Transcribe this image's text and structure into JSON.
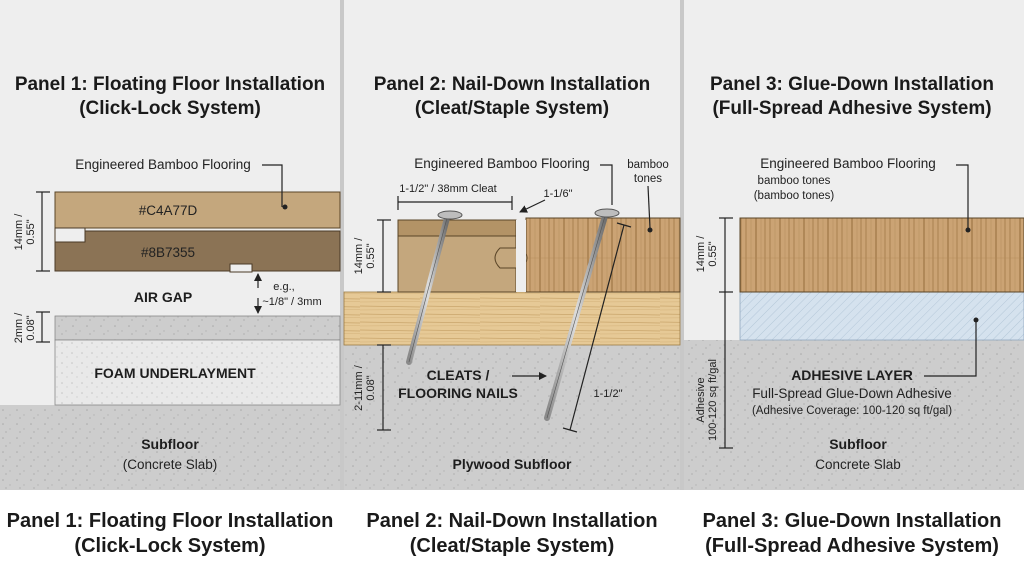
{
  "panel1": {
    "title_line1": "Panel 1: Floating Floor Installation",
    "title_line2": "(Click-Lock System)",
    "flooring_label": "Engineered Bamboo Flooring",
    "color_top": "#C4A77D",
    "color_bottom": "#8B7355",
    "air_gap": "AIR GAP",
    "gap_note_1": "e.g.,",
    "gap_note_2": "~1/8\" / 3mm",
    "foam": "FOAM UNDERLAYMENT",
    "subfloor": "Subfloor",
    "subfloor_sub": "(Concrete Slab)",
    "dim_floor_1": "14mm /",
    "dim_floor_2": "0.55\"",
    "dim_foam_1": "2mm /",
    "dim_foam_2": "0.08\""
  },
  "panel2": {
    "title_line1": "Panel 2: Nail-Down Installation",
    "title_line2": "(Cleat/Staple System)",
    "flooring_label": "Engineered Bamboo Flooring",
    "bamboo_1": "bamboo",
    "bamboo_2": "tones",
    "cleat_dim": "1-1/2\" / 38mm Cleat",
    "nail_dim": "1-1/6\"",
    "nail_len": "1-1/2\"",
    "cleats_1": "CLEATS /",
    "cleats_2": "FLOORING NAILS",
    "subfloor": "Plywood Subfloor",
    "dim_floor_1": "14mm /",
    "dim_floor_2": "0.55\"",
    "dim_sub_1": "2-11mm /",
    "dim_sub_2": "0.08\""
  },
  "panel3": {
    "title_line1": "Panel 3: Glue-Down Installation",
    "title_line2": "(Full-Spread Adhesive System)",
    "flooring_label": "Engineered Bamboo Flooring",
    "tones_1": "bamboo tones",
    "tones_2": "(bamboo tones)",
    "adhesive": "ADHESIVE LAYER",
    "adhesive_sub": "Full-Spread Glue-Down Adhesive",
    "coverage": "(Adhesive Coverage: 100-120 sq ft/gal)",
    "subfloor": "Subfloor",
    "subfloor_sub": "Concrete Slab",
    "dim_floor_1": "14mm /",
    "dim_floor_2": "0.55\"",
    "dim_adh_1": "Adhesive",
    "dim_adh_2": "100-120 sq ft/gal"
  },
  "footer": {
    "p1_line1": "Panel 1: Floating Floor Installation",
    "p1_line2": "(Click-Lock System)",
    "p2_line1": "Panel 2: Nail-Down Installation",
    "p2_line2": "(Cleat/Staple System)",
    "p3_line1": "Panel 3: Glue-Down Installation",
    "p3_line2": "(Full-Spread Adhesive System)"
  },
  "colors": {
    "board_top": "#C4A77D",
    "board_bottom": "#8B7355",
    "bamboo": "#CBA374",
    "concrete": "#cdcdcd",
    "plywood": "#e6c996",
    "adhesive": "#cfdde9",
    "panel_bg": "#eeeeee"
  }
}
